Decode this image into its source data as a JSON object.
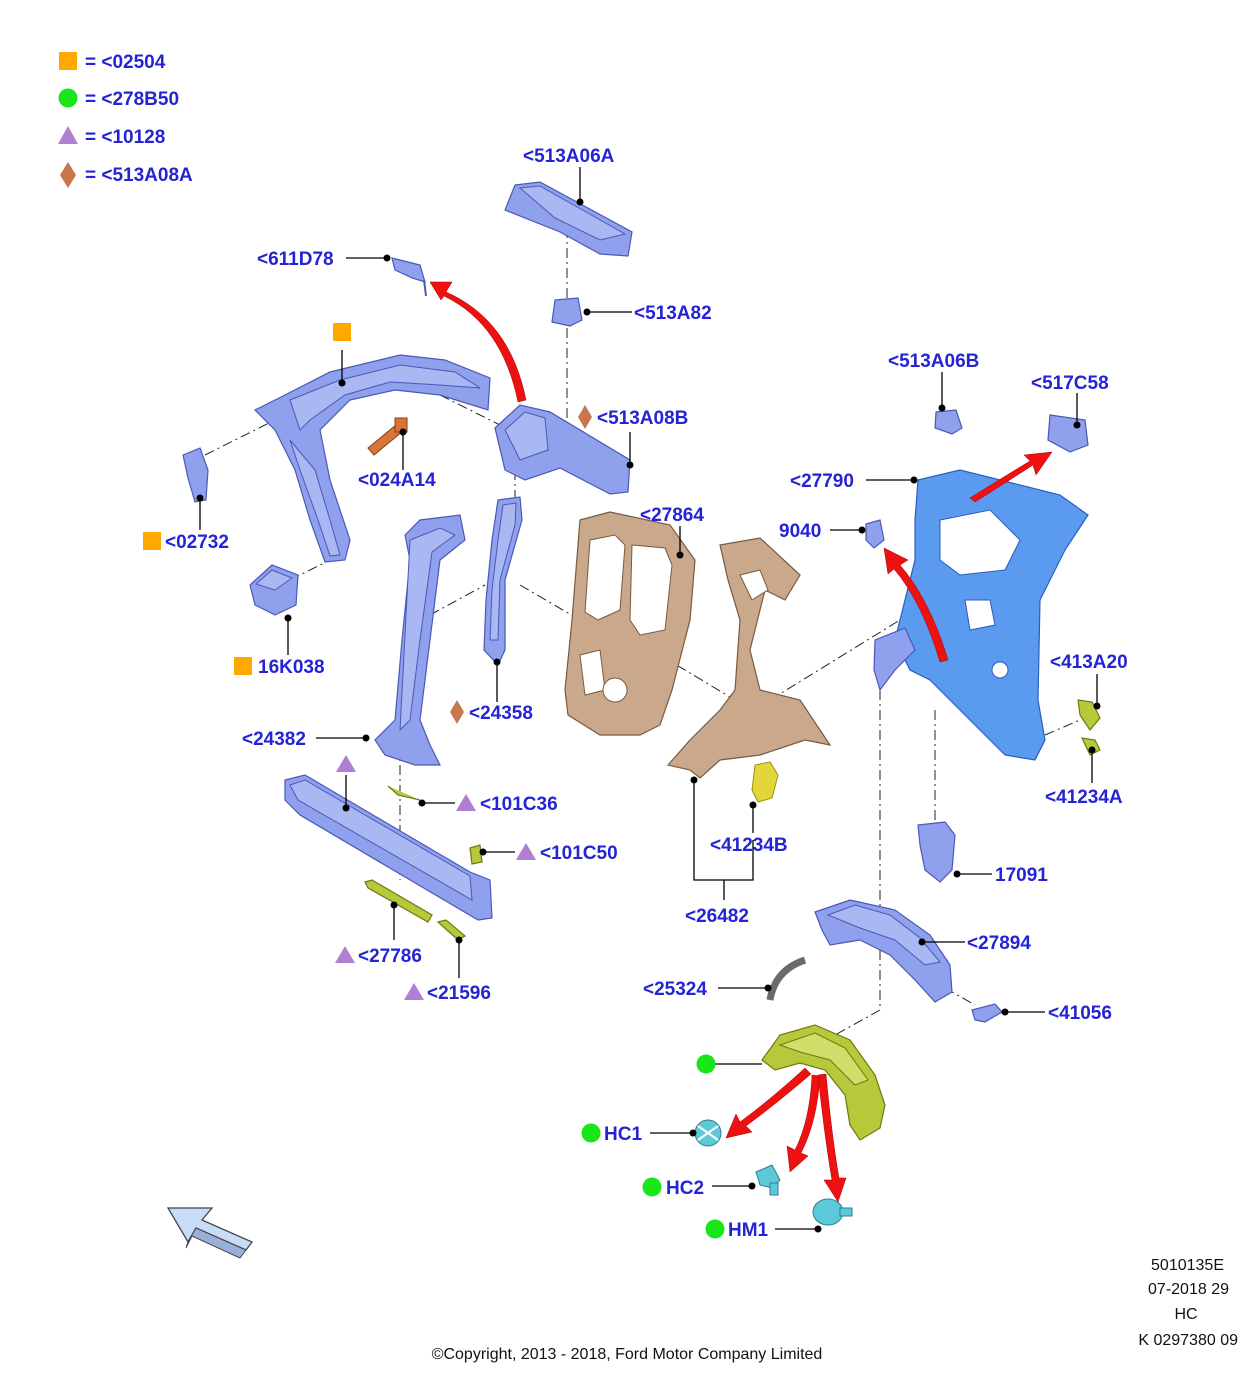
{
  "legend": [
    {
      "symbol": "square",
      "color": "#ffa800",
      "text": "= <02504"
    },
    {
      "symbol": "circle",
      "color": "#19e619",
      "text": "= <278B50"
    },
    {
      "symbol": "triangle",
      "color": "#b07fd2",
      "text": "= <10128"
    },
    {
      "symbol": "diamond",
      "color": "#c8764e",
      "text": "= <513A08A"
    }
  ],
  "labels": {
    "p513A06A": "<513A06A",
    "p611D78": "<611D78",
    "p513A82": "<513A82",
    "p513A08B": "<513A08B",
    "p024A14": "<024A14",
    "p02732": "<02732",
    "p16K038": "16K038",
    "p27864": "<27864",
    "p24358": "<24358",
    "p24382": "<24382",
    "p101C36": "<101C36",
    "p101C50": "<101C50",
    "p27786": "<27786",
    "p21596": "<21596",
    "p41234B": "<41234B",
    "p26482": "<26482",
    "p513A06B": "<513A06B",
    "p517C58": "<517C58",
    "p27790": "<27790",
    "p9040": "9040",
    "p413A20": "<413A20",
    "p41234A": "<41234A",
    "p17091": "17091",
    "p27894": "<27894",
    "p25324": "<25324",
    "p41056": "<41056",
    "pHC1": "HC1",
    "pHC2": "HC2",
    "pHM1": "HM1"
  },
  "meta": {
    "line1": "5010135E",
    "line2": "07-2018 29",
    "line3": "HC",
    "line4": "K 0297380 09"
  },
  "copyright": "©Copyright, 2013 - 2018, Ford Motor Company Limited"
}
